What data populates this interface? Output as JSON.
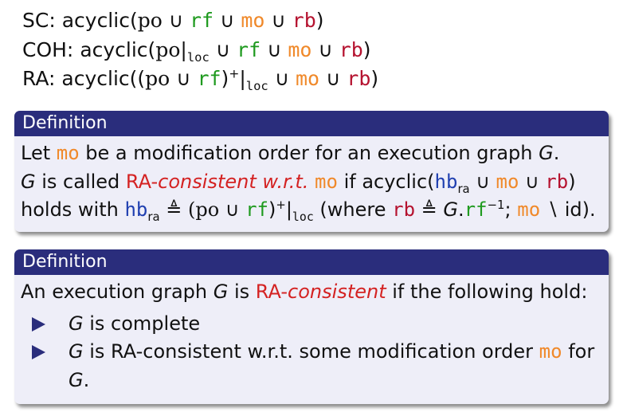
{
  "axioms": {
    "sc": {
      "label": "SC:",
      "text": "acyclic(",
      "po": "po",
      "cup": "∪",
      "rf": "rf",
      "mo": "mo",
      "rb": "rb",
      "close": ")"
    },
    "coh": {
      "label": "COH:",
      "text": "acyclic(",
      "po": "po",
      "bar": "|",
      "loc": "loc",
      "cup": "∪",
      "rf": "rf",
      "mo": "mo",
      "rb": "rb",
      "close": ")"
    },
    "ra": {
      "label": "RA:",
      "text": "acyclic((",
      "po": "po",
      "cup": "∪",
      "rf": "rf",
      "close1": ")",
      "plus": "+",
      "bar": "|",
      "loc": "loc",
      "mo": "mo",
      "rb": "rb",
      "close": ")"
    }
  },
  "definition1": {
    "title": "Definition",
    "line1": {
      "pre": "Let ",
      "mo": "mo",
      "post": " be a modification order for an execution graph ",
      "G": "G",
      "end": "."
    },
    "line2": {
      "G": "G",
      "pre": " is called ",
      "ra": "RA-",
      "consistent": "consistent w.r.t. ",
      "mo": "mo",
      "mid": " if acyclic(",
      "hb": "hb",
      "ra_sub": "ra",
      "cup": "∪",
      "mo2": "mo",
      "rb": "rb",
      "close": ")"
    },
    "line3": {
      "pre": "holds with ",
      "hb": "hb",
      "ra_sub": "ra",
      "def": "≜",
      "open": "(",
      "po": "po",
      "cup": "∪",
      "rf": "rf",
      "close": ")",
      "plus": "+",
      "bar": "|",
      "loc": "loc",
      "where": " (where ",
      "rb": "rb",
      "def2": "≜",
      "G": "G",
      "dot": ".",
      "rf2": "rf",
      "inv": "−1",
      "semi": ";",
      "mo": "mo",
      "setminus": "∖",
      "id": "id",
      "end": ")."
    }
  },
  "definition2": {
    "title": "Definition",
    "line1": {
      "pre": "An execution graph ",
      "G": "G",
      "mid": " is ",
      "ra": "RA-",
      "consistent": "consistent",
      "post": " if the following hold:"
    },
    "bullet1": {
      "G": "G",
      "text": " is complete"
    },
    "bullet2": {
      "G": "G",
      "text": " is RA-consistent w.r.t. some modification order ",
      "mo": "mo",
      "for": " for"
    },
    "bullet2_cont": {
      "G": "G",
      "end": "."
    }
  }
}
